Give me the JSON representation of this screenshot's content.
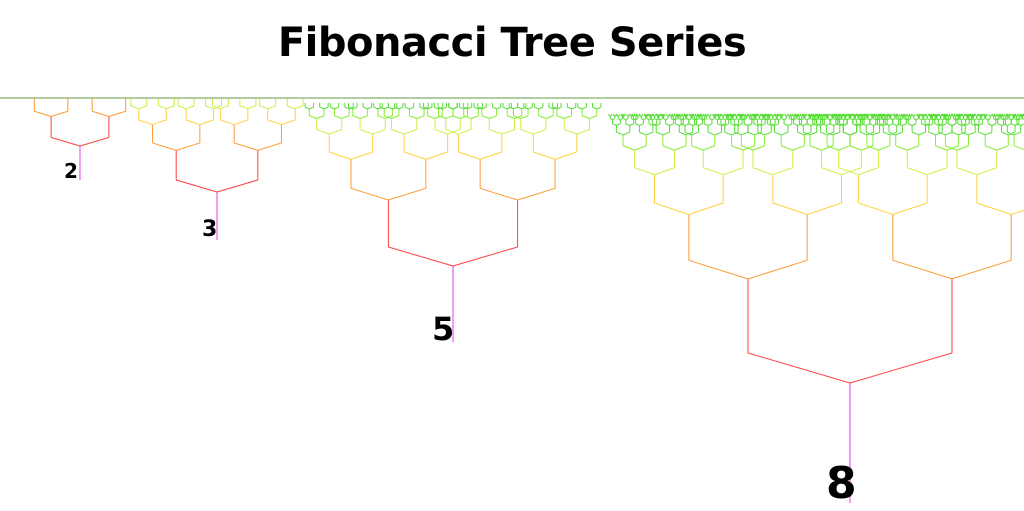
{
  "title": "Fibonacci Tree Series",
  "trees": [
    {
      "order": 2,
      "label": "2"
    },
    {
      "order": 3,
      "label": "3"
    },
    {
      "order": 5,
      "label": "5"
    },
    {
      "order": 8,
      "label": "8"
    }
  ],
  "colors": {
    "background": "#ffffff",
    "text": "#000000",
    "depth_gradient": [
      "#e040e0",
      "#ff4040",
      "#ff9933",
      "#ffd040",
      "#ccee44",
      "#88ee33",
      "#55dd33"
    ]
  }
}
